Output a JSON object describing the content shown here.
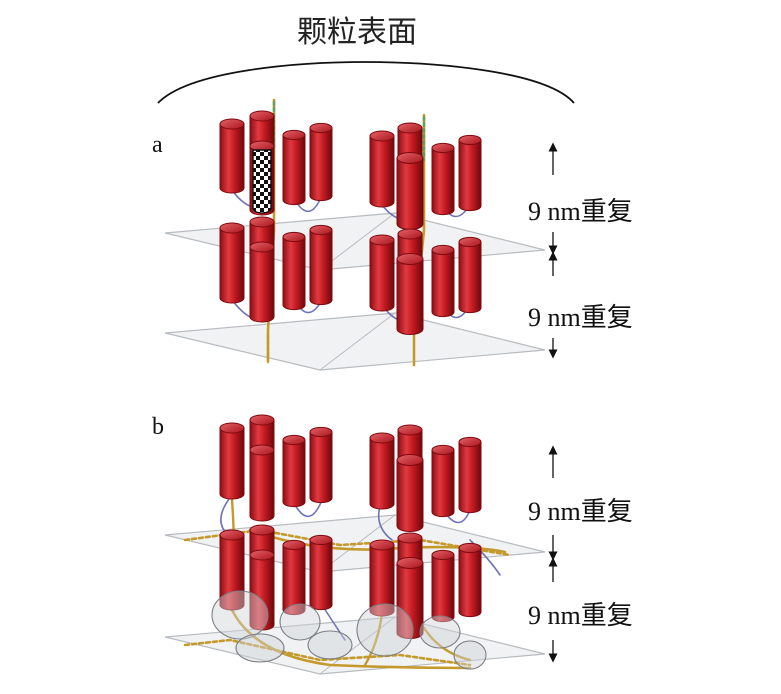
{
  "header": {
    "title": "颗粒表面"
  },
  "panels": [
    {
      "label": "a",
      "repeats": [
        "9 nm重复",
        "9 nm重复"
      ]
    },
    {
      "label": "b",
      "repeats": [
        "9 nm重复",
        "9 nm重复"
      ]
    }
  ],
  "colors": {
    "cylinder_red": "#c51a22",
    "cylinder_dark": "#7d0a0f",
    "cylinder_highlight": "#e8636a",
    "strand_gold": "#c49a2c",
    "strand_blue": "#6f74b8",
    "strand_green": "#5aa35a",
    "layer_fill": "#e6e8ea",
    "layer_stroke": "#b8bcc0"
  },
  "icons": {
    "repeat_arrow": "double-arrow-icon",
    "bracket": "curly-bracket-icon"
  }
}
